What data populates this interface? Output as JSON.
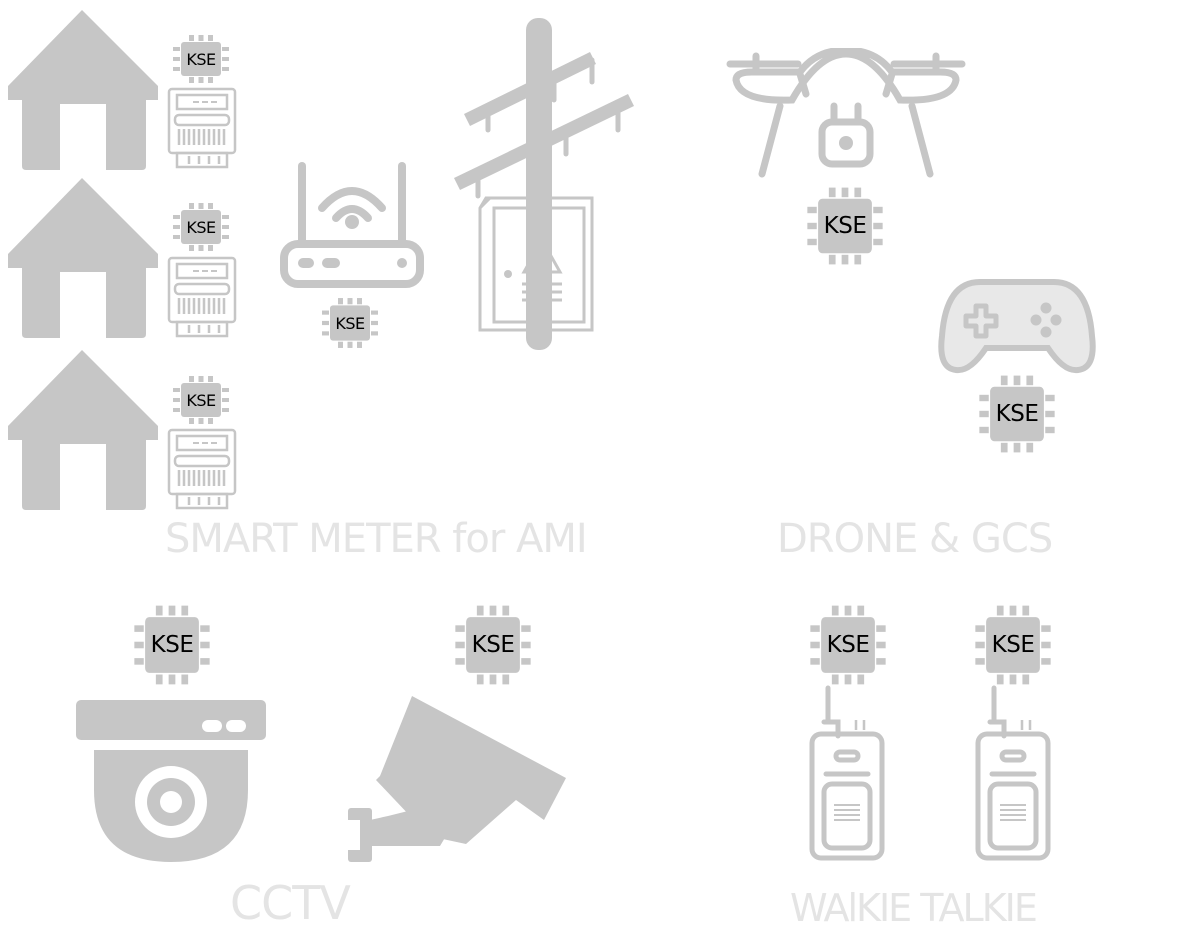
{
  "palette": {
    "icon_fill": "#c6c6c6",
    "icon_light": "#e8e8e8",
    "caption_color": "#e4e4e4",
    "chip_text": "#000000"
  },
  "chip_label": "KSE",
  "captions": {
    "smart_meter": "SMART METER for AMI",
    "drone": "DRONE & GCS",
    "cctv": "CCTV",
    "walkie": "WAlKIE TALKIE"
  },
  "groups": {
    "smart_meter": {
      "icons": [
        "house-icon",
        "electric-meter-icon",
        "wifi-router-icon",
        "utility-pole-icon",
        "electrical-cabinet-icon",
        "chip-icon"
      ]
    },
    "drone": {
      "icons": [
        "drone-icon",
        "gamepad-icon",
        "chip-icon"
      ]
    },
    "cctv": {
      "icons": [
        "dome-camera-icon",
        "bullet-camera-icon",
        "chip-icon"
      ]
    },
    "walkie": {
      "icons": [
        "walkie-talkie-icon",
        "chip-icon"
      ]
    }
  }
}
